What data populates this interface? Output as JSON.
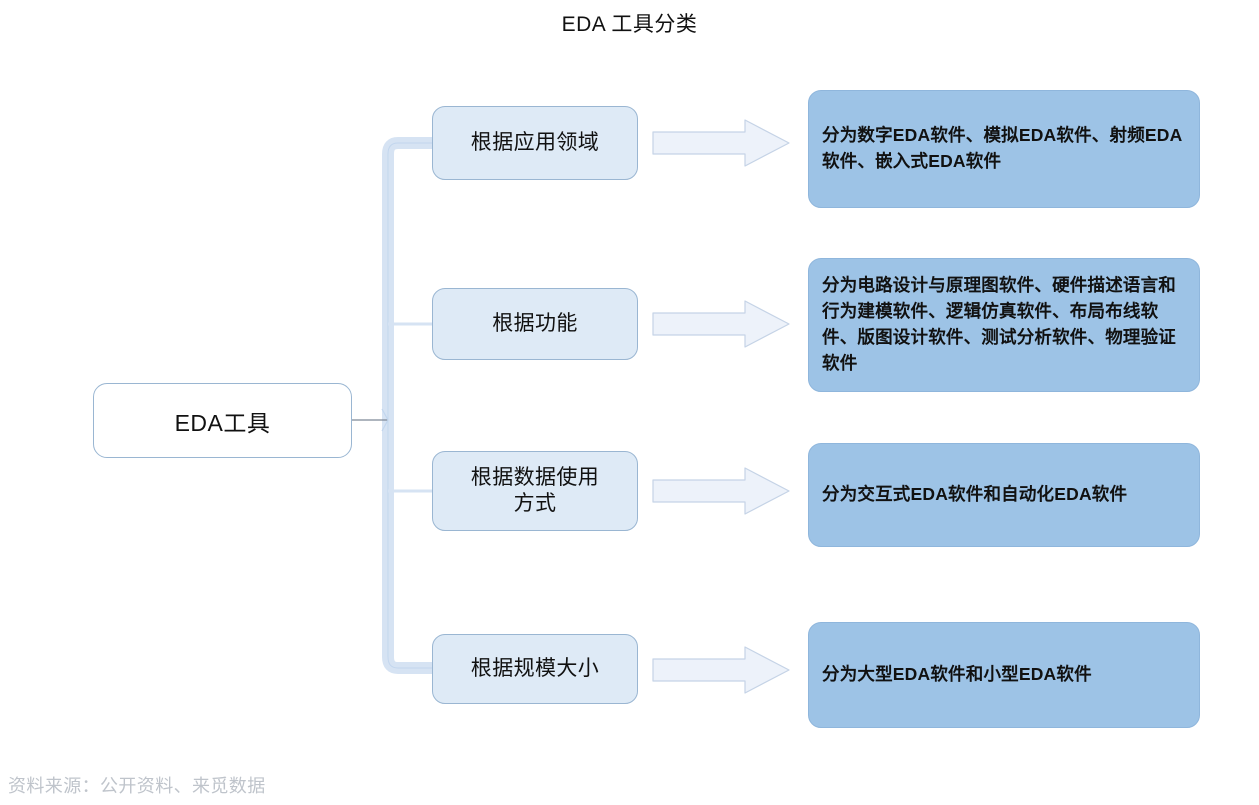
{
  "title": "EDA 工具分类",
  "root": {
    "label": "EDA工具"
  },
  "branches": [
    {
      "category": "根据应用领域",
      "arrow_icon": "right-arrow-icon",
      "description": "分为数字EDA软件、模拟EDA软件、射频EDA软件、嵌入式EDA软件"
    },
    {
      "category": "根据功能",
      "arrow_icon": "right-arrow-icon",
      "description": "分为电路设计与原理图软件、硬件描述语言和行为建模软件、逻辑仿真软件、布局布线软件、版图设计软件、测试分析软件、物理验证软件"
    },
    {
      "category": "根据数据使用\n方式",
      "arrow_icon": "right-arrow-icon",
      "description": "分为交互式EDA软件和自动化EDA软件"
    },
    {
      "category": "根据规模大小",
      "arrow_icon": "right-arrow-icon",
      "description": "分为大型EDA软件和小型EDA软件"
    }
  ],
  "source_note": "资料来源：公开资料、来觅数据",
  "colors": {
    "root_fill": "#FFFFFF",
    "root_border": "#9AB6D2",
    "category_fill": "#DEEAF6",
    "category_border": "#9AB6D2",
    "description_fill": "#9DC3E6",
    "description_border": "#8FB6DC",
    "arrow_fill": "#EDF2FA",
    "arrow_border": "#C5D3E6",
    "connector": "#D6E3F3",
    "title_text": "#111111",
    "source_text": "#BFC4CB"
  }
}
